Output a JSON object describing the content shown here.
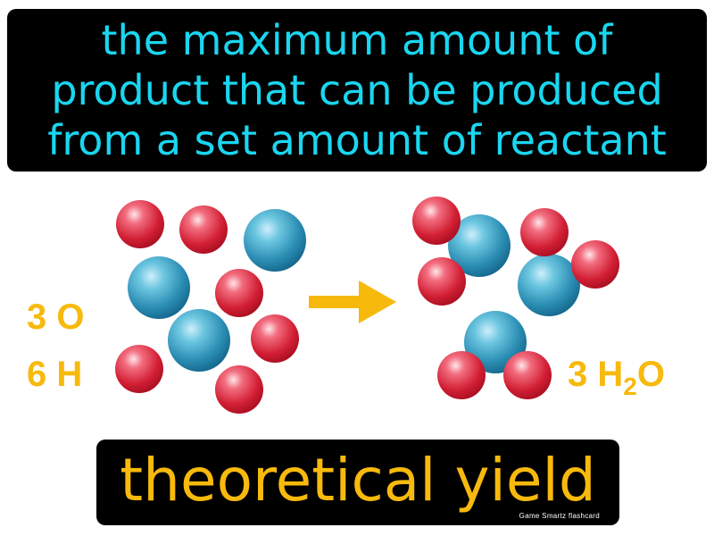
{
  "definition": {
    "lines": [
      "the maximum amount of",
      "product that can be produced",
      "from a set amount of reactant"
    ]
  },
  "reactants": {
    "oxygen_count": "3 O",
    "hydrogen_count": "6 H"
  },
  "product": {
    "count": "3 H",
    "subscript": "2",
    "element": "O"
  },
  "term": "theoretical yield",
  "brand": "Game Smartz  flashcard",
  "colors": {
    "definition_text": "#1ad6f0",
    "term_text": "#f7b90c",
    "oxygen_atom": "#2b8db3",
    "hydrogen_atom": "#d21f34",
    "arrow": "#f7b90c"
  },
  "icons": [
    "oxygen-atom",
    "hydrogen-atom",
    "right-arrow-icon"
  ]
}
